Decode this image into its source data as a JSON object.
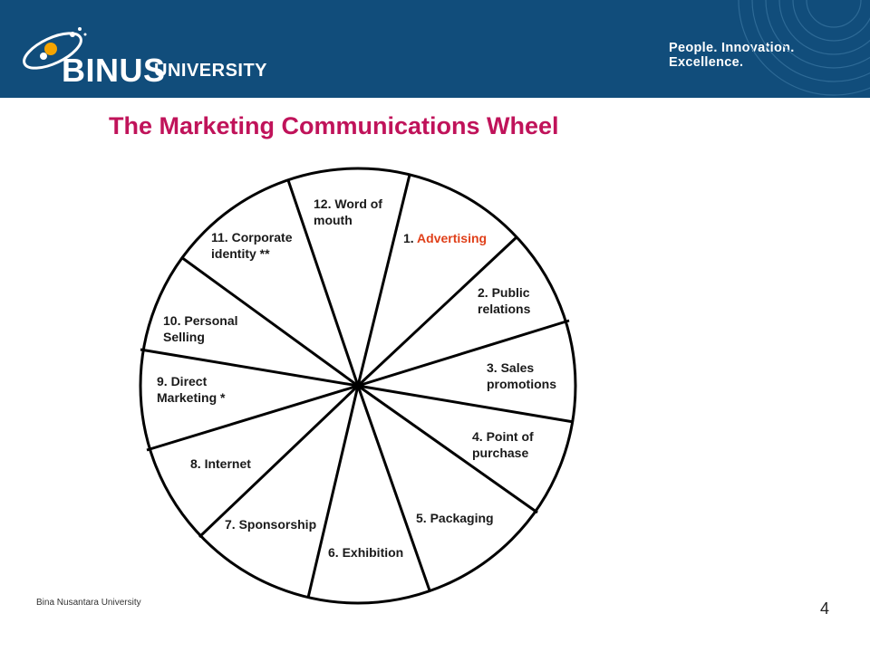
{
  "header": {
    "brand_name": "BINUS",
    "brand_sub": "UNIVERSITY",
    "tagline": "People. Innovation. Excellence."
  },
  "title": "The Marketing Communications Wheel",
  "wheel": {
    "segments": [
      {
        "line1": "12. Word of",
        "line2": "mouth"
      },
      {
        "number": "1. ",
        "text": "Advertising"
      },
      {
        "line1": "2. Public",
        "line2": "relations"
      },
      {
        "line1": "3. Sales",
        "line2": "promotions"
      },
      {
        "line1": "4. Point of",
        "line2": "purchase"
      },
      {
        "line1": "5. Packaging"
      },
      {
        "line1": "6. Exhibition"
      },
      {
        "line1": "7. Sponsorship"
      },
      {
        "line1": "8. Internet"
      },
      {
        "line1": "9. Direct",
        "line2": "Marketing *"
      },
      {
        "line1": "10. Personal",
        "line2": "Selling"
      },
      {
        "line1": "11. Corporate",
        "line2": "identity **"
      }
    ],
    "accent_color": "#e0401a"
  },
  "footer": {
    "institution": "Bina Nusantara University",
    "page_number": "4"
  }
}
